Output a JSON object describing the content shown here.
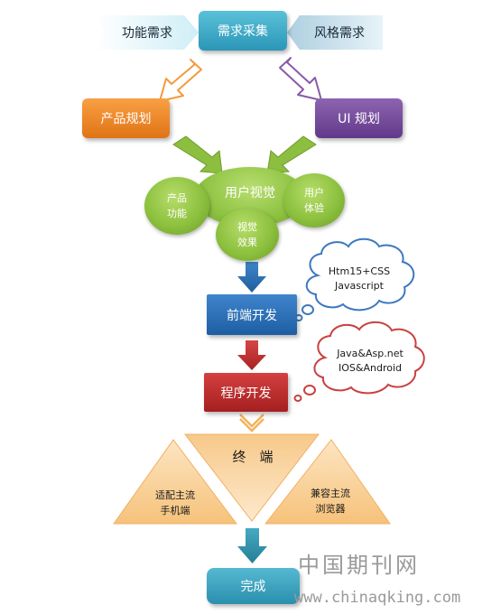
{
  "top": {
    "center": "需求采集",
    "left": "功能需求",
    "right": "风格需求"
  },
  "planning": {
    "product": "产品规划",
    "ui": "UI 规划"
  },
  "user_view": {
    "center": "用户视觉",
    "left_line1": "产品",
    "left_line2": "功能",
    "right_line1": "用户",
    "right_line2": "体验",
    "bottom_line1": "视觉",
    "bottom_line2": "效果"
  },
  "frontend": {
    "label": "前端开发",
    "cloud_line1": "Htm15+CSS",
    "cloud_line2": "Javascript"
  },
  "program": {
    "label": "程序开发",
    "cloud_line1": "Java&Asp.net",
    "cloud_line2": "IOS&Android"
  },
  "terminal": {
    "label": "终　端",
    "left_line1": "适配主流",
    "left_line2": "手机端",
    "right_line1": "兼容主流",
    "right_line2": "浏览器"
  },
  "done": "完成",
  "watermark": {
    "cn": "中国期刊网",
    "url": "www.chinaqking.com"
  }
}
